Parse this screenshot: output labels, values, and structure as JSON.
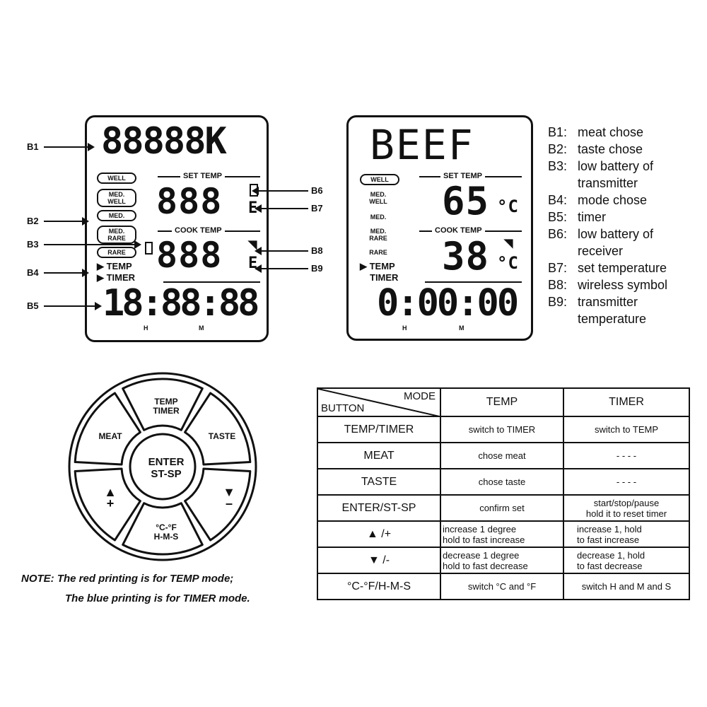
{
  "left_display": {
    "meat_segments": "88888K",
    "set_temp_label": "SET TEMP",
    "cook_temp_label": "COOK TEMP",
    "set_temp_digits": "888",
    "cook_temp_digits": "888",
    "set_unit": "E",
    "cook_unit": "E",
    "taste_levels": [
      "WELL",
      "MED.\nWELL",
      "MED.",
      "MED.\nRARE",
      "RARE"
    ],
    "mode_temp": "TEMP",
    "mode_timer": "TIMER",
    "timer_digits": "18:88:88",
    "hour_mark": "H",
    "minute_mark": "M",
    "callouts": [
      "B1",
      "B2",
      "B3",
      "B4",
      "B5",
      "B6",
      "B7",
      "B8",
      "B9"
    ]
  },
  "right_display": {
    "meat": "BEEF",
    "set_temp_label": "SET TEMP",
    "cook_temp_label": "COOK TEMP",
    "set_temp": "65",
    "cook_temp": "38",
    "unit": "C",
    "taste_levels": [
      "WELL",
      "MED.\nWELL",
      "MED.",
      "MED.\nRARE",
      "RARE"
    ],
    "mode_temp": "TEMP",
    "mode_timer": "TIMER",
    "timer": "0:00:00",
    "hour_mark": "H",
    "minute_mark": "M"
  },
  "legend": [
    {
      "key": "B1:",
      "text": "meat chose"
    },
    {
      "key": "B2:",
      "text": "taste chose"
    },
    {
      "key": "B3:",
      "text": "low battery of transmitter"
    },
    {
      "key": "B4:",
      "text": "mode chose"
    },
    {
      "key": "B5:",
      "text": "timer"
    },
    {
      "key": "B6:",
      "text": "low battery of receiver"
    },
    {
      "key": "B7:",
      "text": "set temperature"
    },
    {
      "key": "B8:",
      "text": "wireless symbol"
    },
    {
      "key": "B9:",
      "text": "transmitter temperature"
    }
  ],
  "buttons": {
    "temp_timer": "TEMP\nTIMER",
    "taste": "TASTE",
    "down": "–",
    "unit": "°C-°F\nH-M-S",
    "up": "+",
    "meat": "MEAT",
    "center": "ENTER\nST-SP"
  },
  "note": {
    "line1_prefix": "NOTE",
    "line1": ": The red printing is for TEMP mode;",
    "line2": "The blue printing is for TIMER mode."
  },
  "table": {
    "header_mode": "MODE",
    "header_button": "BUTTON",
    "columns": [
      "TEMP",
      "TIMER"
    ],
    "rows": [
      {
        "button": "TEMP/TIMER",
        "temp": "switch to TIMER",
        "timer": "switch to TEMP"
      },
      {
        "button": "MEAT",
        "temp": "chose meat",
        "timer": "- - - -"
      },
      {
        "button": "TASTE",
        "temp": "chose taste",
        "timer": "- - - -"
      },
      {
        "button": "ENTER/ST-SP",
        "temp": "confirm set",
        "timer": "start/stop/pause\nhold it to reset timer"
      },
      {
        "button": "/+",
        "temp": "increase 1 degree\nhold to fast increase",
        "timer": "increase 1, hold\nto fast increase"
      },
      {
        "button": "/-",
        "temp": "decrease 1 degree\nhold to fast decrease",
        "timer": "decrease 1, hold\nto fast decrease"
      },
      {
        "button": "°C-°F/H-M-S",
        "temp": "switch °C and °F",
        "timer": "switch H and M and S"
      }
    ]
  }
}
